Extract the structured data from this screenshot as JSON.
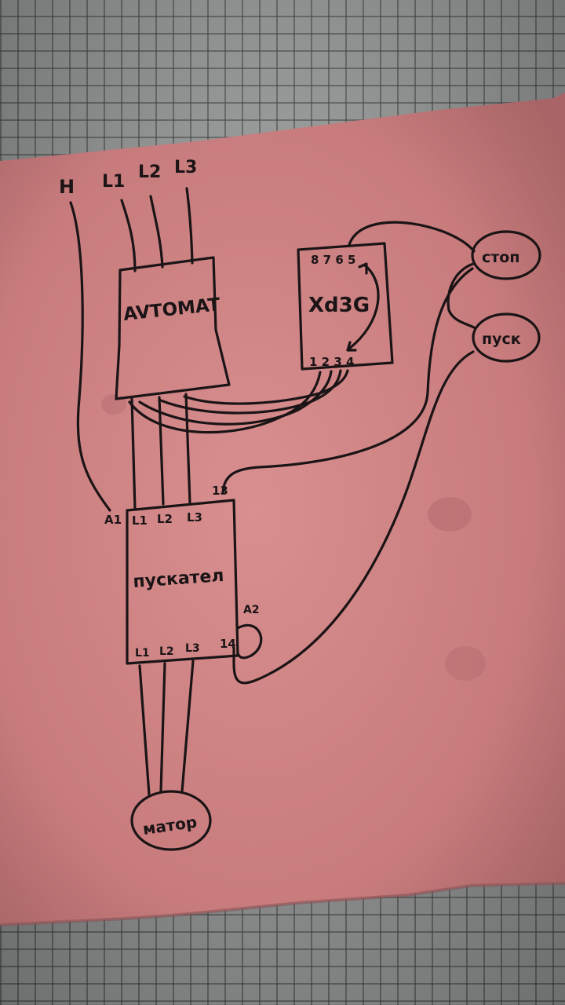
{
  "diagram": {
    "inputs": {
      "neutral": "H",
      "l1": "L1",
      "l2": "L2",
      "l3": "L3"
    },
    "breaker": {
      "label": "AVTOMAT"
    },
    "relay": {
      "label": "Xd3G",
      "top_pins": "8 7 6 5",
      "bottom_pins": "1 2 3 4"
    },
    "stop_button": {
      "label": "стоп"
    },
    "start_button": {
      "label": "пуск"
    },
    "contactor": {
      "label": "пускател",
      "coil_a1": "A1",
      "coil_a2": "A2",
      "in_l1": "L1",
      "in_l2": "L2",
      "in_l3": "L3",
      "aux_13": "13",
      "aux_14": "14",
      "out_l1": "L1",
      "out_l2": "L2",
      "out_l3": "L3"
    },
    "motor": {
      "label": "матор"
    }
  }
}
